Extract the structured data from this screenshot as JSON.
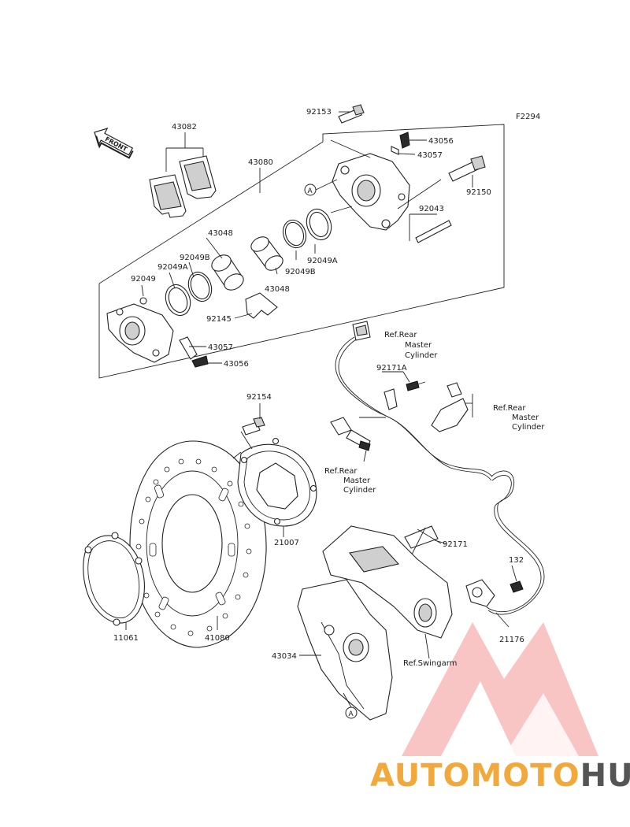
{
  "figure_code": "F2294",
  "front_label": "FRONT",
  "parts": {
    "p92153": "92153",
    "p43056_top": "43056",
    "p43057_top": "43057",
    "p43082": "43082",
    "p43080": "43080",
    "p92150": "92150",
    "p92043": "92043",
    "p43048_a": "43048",
    "p92049B_a": "92049B",
    "p92049A_a": "92049A",
    "p92049": "92049",
    "p43048_b": "43048",
    "p92049B_b": "92049B",
    "p92049A_b": "92049A",
    "p92145": "92145",
    "p43057_bot": "43057",
    "p43056_bot": "43056",
    "p92171A": "92171A",
    "p92154": "92154",
    "p21007": "21007",
    "p92171": "92171",
    "p132": "132",
    "p11061": "11061",
    "p41080": "41080",
    "p21176": "21176",
    "p43034": "43034"
  },
  "refs": {
    "ref1": [
      "Ref.Rear",
      "Master",
      "Cylinder"
    ],
    "ref2": [
      "Ref.Rear",
      "Master",
      "Cylinder"
    ],
    "ref3": [
      "Ref.Rear",
      "Master",
      "Cylinder"
    ],
    "swingarm": "Ref.Swingarm"
  },
  "markers": {
    "a_top": "A",
    "a_bottom": "A"
  },
  "watermark": {
    "part1": "AUTOMOTO",
    "part2": "HUB",
    "color1": "#f2a93b",
    "color2": "#555555",
    "triangle_color": "#f08080"
  }
}
